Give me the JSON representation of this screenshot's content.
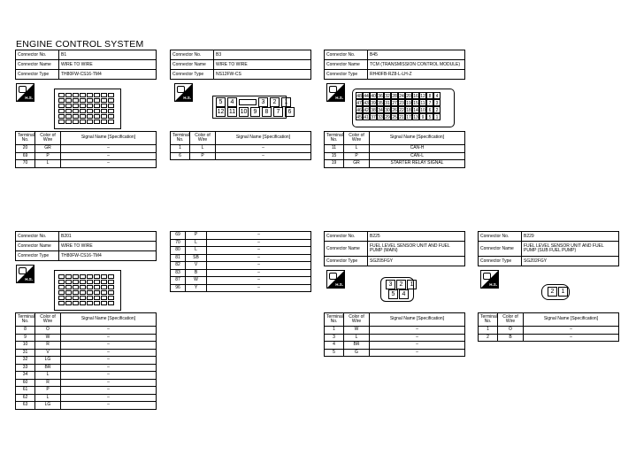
{
  "page": {
    "title": "ENGINE CONTROL SYSTEM"
  },
  "labels": {
    "connector_no": "Connector No.",
    "connector_name": "Connector Name",
    "connector_type": "Connector Type",
    "terminal_no": "Terminal No.",
    "color_of_wire": "Color of Wire",
    "signal_name": "Signal Name [Specification]",
    "hs": "H.S."
  },
  "connectors": {
    "b1": {
      "no": "B1",
      "name": "WIRE TO WIRE",
      "type": "TH80FW-CS16-TM4",
      "pins": [
        {
          "t": "20",
          "c": "GR",
          "s": "–"
        },
        {
          "t": "69",
          "c": "P",
          "s": "–"
        },
        {
          "t": "70",
          "c": "L",
          "s": "–"
        }
      ]
    },
    "b3": {
      "no": "B3",
      "name": "WIRE TO WIRE",
      "type": "NS12FW-CS",
      "face_top": [
        "5",
        "4",
        "",
        "3",
        "2",
        "1"
      ],
      "face_bottom": [
        "12",
        "11",
        "10",
        "9",
        "8",
        "7",
        "6"
      ],
      "pins": [
        {
          "t": "1",
          "c": "L",
          "s": "–"
        },
        {
          "t": "6",
          "c": "P",
          "s": "–"
        }
      ]
    },
    "b45": {
      "no": "B45",
      "name": "TCM (TRANSMISSION CONTROL MODULE)",
      "type": "RH40FB-RZ8-L-LH-Z",
      "face_rows": [
        [
          "48",
          "44",
          "40",
          "36",
          "32",
          "28",
          "24",
          "20",
          "16",
          "12",
          "8",
          "4"
        ],
        [
          "47",
          "43",
          "39",
          "35",
          "31",
          "27",
          "23",
          "19",
          "15",
          "11",
          "7",
          "3"
        ],
        [
          "46",
          "42",
          "38",
          "34",
          "30",
          "26",
          "22",
          "18",
          "14",
          "10",
          "6",
          "2"
        ],
        [
          "45",
          "41",
          "37",
          "33",
          "29",
          "25",
          "21",
          "17",
          "13",
          "9",
          "5",
          "1"
        ]
      ],
      "pins": [
        {
          "t": "11",
          "c": "L",
          "s": "CAN-H"
        },
        {
          "t": "15",
          "c": "P",
          "s": "CAN-L"
        },
        {
          "t": "19",
          "c": "GR",
          "s": "STARTER RELAY SIGNAL"
        }
      ]
    },
    "b201": {
      "no": "B201",
      "name": "WIRE TO WIRE",
      "type": "TH80FW-CS16-TM4",
      "pins": [
        {
          "t": "8",
          "c": "O",
          "s": "–"
        },
        {
          "t": "9",
          "c": "W",
          "s": "–"
        },
        {
          "t": "10",
          "c": "R",
          "s": "–"
        },
        {
          "t": "31",
          "c": "V",
          "s": "–"
        },
        {
          "t": "32",
          "c": "LG",
          "s": "–"
        },
        {
          "t": "33",
          "c": "BR",
          "s": "–"
        },
        {
          "t": "34",
          "c": "L",
          "s": "–"
        },
        {
          "t": "60",
          "c": "R",
          "s": "–"
        },
        {
          "t": "61",
          "c": "P",
          "s": "–"
        },
        {
          "t": "62",
          "c": "L",
          "s": "–"
        },
        {
          "t": "63",
          "c": "LG",
          "s": "–"
        }
      ],
      "pins_cont": [
        {
          "t": "69",
          "c": "P",
          "s": "–"
        },
        {
          "t": "70",
          "c": "L",
          "s": "–"
        },
        {
          "t": "80",
          "c": "L",
          "s": "–"
        },
        {
          "t": "81",
          "c": "SB",
          "s": "–"
        },
        {
          "t": "82",
          "c": "V",
          "s": "–"
        },
        {
          "t": "83",
          "c": "B",
          "s": "–"
        },
        {
          "t": "87",
          "c": "W",
          "s": "–"
        },
        {
          "t": "96",
          "c": "Y",
          "s": "–"
        }
      ]
    },
    "b225": {
      "no": "B225",
      "name": "FUEL LEVEL SENSOR UNIT AND FUEL PUMP (MAIN)",
      "type": "SGZ05FGY",
      "face_top": [
        "3",
        "2",
        "1"
      ],
      "face_bottom": [
        "5",
        "4"
      ],
      "pins": [
        {
          "t": "1",
          "c": "W",
          "s": "–"
        },
        {
          "t": "3",
          "c": "L",
          "s": "–"
        },
        {
          "t": "4",
          "c": "BR",
          "s": "–"
        },
        {
          "t": "5",
          "c": "G",
          "s": "–"
        }
      ]
    },
    "b229": {
      "no": "B229",
      "name": "FUEL LEVEL SENSOR UNIT AND FUEL PUMP (SUB FUEL PUMP)",
      "type": "SGZ02FGY",
      "face": [
        "2",
        "1"
      ],
      "pins": [
        {
          "t": "1",
          "c": "O",
          "s": "–"
        },
        {
          "t": "2",
          "c": "B",
          "s": "–"
        }
      ]
    }
  }
}
